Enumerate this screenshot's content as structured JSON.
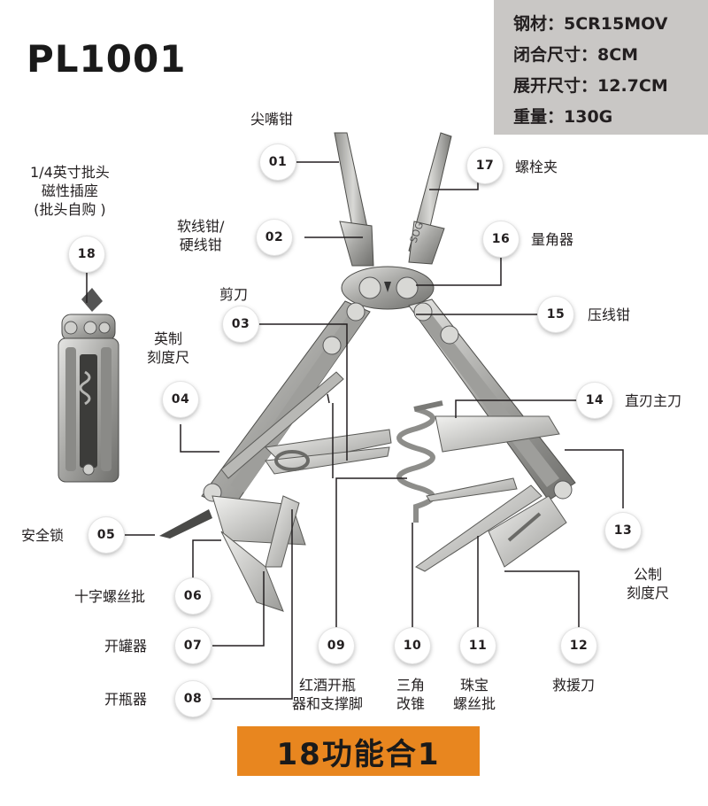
{
  "model": "PL1001",
  "specs": [
    "钢材：5CR15MOV",
    "闭合尺寸：8CM",
    "展开尺寸：12.7CM",
    "重量：130G"
  ],
  "brand_marking": "SOG",
  "callouts": [
    {
      "num": "01",
      "label": [
        "尖嘴钳"
      ]
    },
    {
      "num": "02",
      "label": [
        "软线钳/",
        "硬线钳"
      ]
    },
    {
      "num": "03",
      "label": [
        "剪刀"
      ]
    },
    {
      "num": "04",
      "label": [
        "英制",
        "刻度尺"
      ]
    },
    {
      "num": "05",
      "label": [
        "安全锁"
      ]
    },
    {
      "num": "06",
      "label": [
        "十字螺丝批"
      ]
    },
    {
      "num": "07",
      "label": [
        "开罐器"
      ]
    },
    {
      "num": "08",
      "label": [
        "开瓶器"
      ]
    },
    {
      "num": "09",
      "label": [
        "红酒开瓶",
        "器和支撑脚"
      ]
    },
    {
      "num": "10",
      "label": [
        "三角",
        "改锥"
      ]
    },
    {
      "num": "11",
      "label": [
        "珠宝",
        "螺丝批"
      ]
    },
    {
      "num": "12",
      "label": [
        "救援刀"
      ]
    },
    {
      "num": "13",
      "label": [
        "公制",
        "刻度尺"
      ]
    },
    {
      "num": "14",
      "label": [
        "直刃主刀"
      ]
    },
    {
      "num": "15",
      "label": [
        "压线钳"
      ]
    },
    {
      "num": "16",
      "label": [
        "量角器"
      ]
    },
    {
      "num": "17",
      "label": [
        "螺栓夹"
      ]
    },
    {
      "num": "18",
      "label": [
        "1/4英寸批头",
        "磁性插座",
        "(批头自购 )"
      ]
    }
  ],
  "banner": "18功能合1"
}
